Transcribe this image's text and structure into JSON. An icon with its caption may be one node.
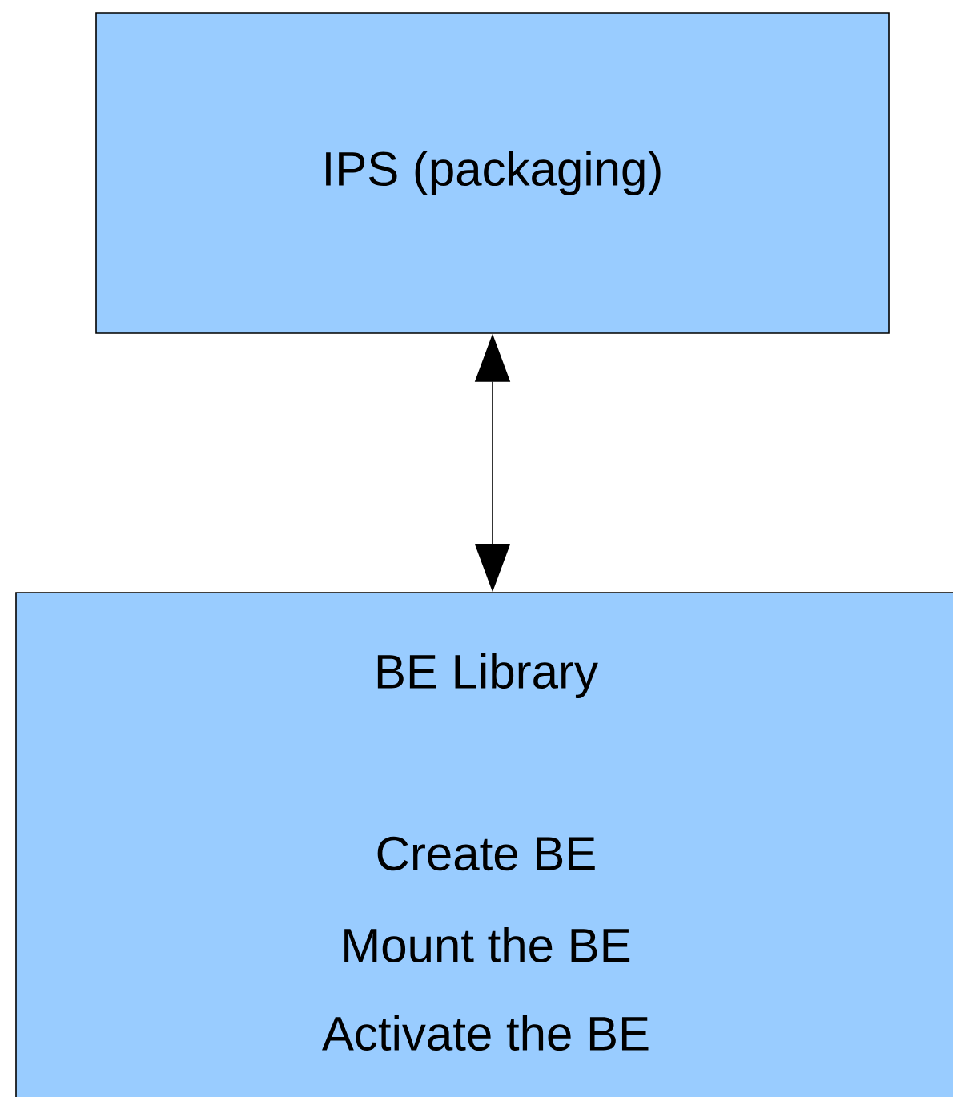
{
  "diagram": {
    "nodes": [
      {
        "text": [
          "IPS (packaging)"
        ]
      },
      {
        "text": [
          "BE Library",
          "Create BE",
          "Mount the BE",
          "Activate the BE"
        ]
      }
    ],
    "edges": [
      {
        "from": 0,
        "to": 1,
        "arrow": "both"
      }
    ]
  }
}
